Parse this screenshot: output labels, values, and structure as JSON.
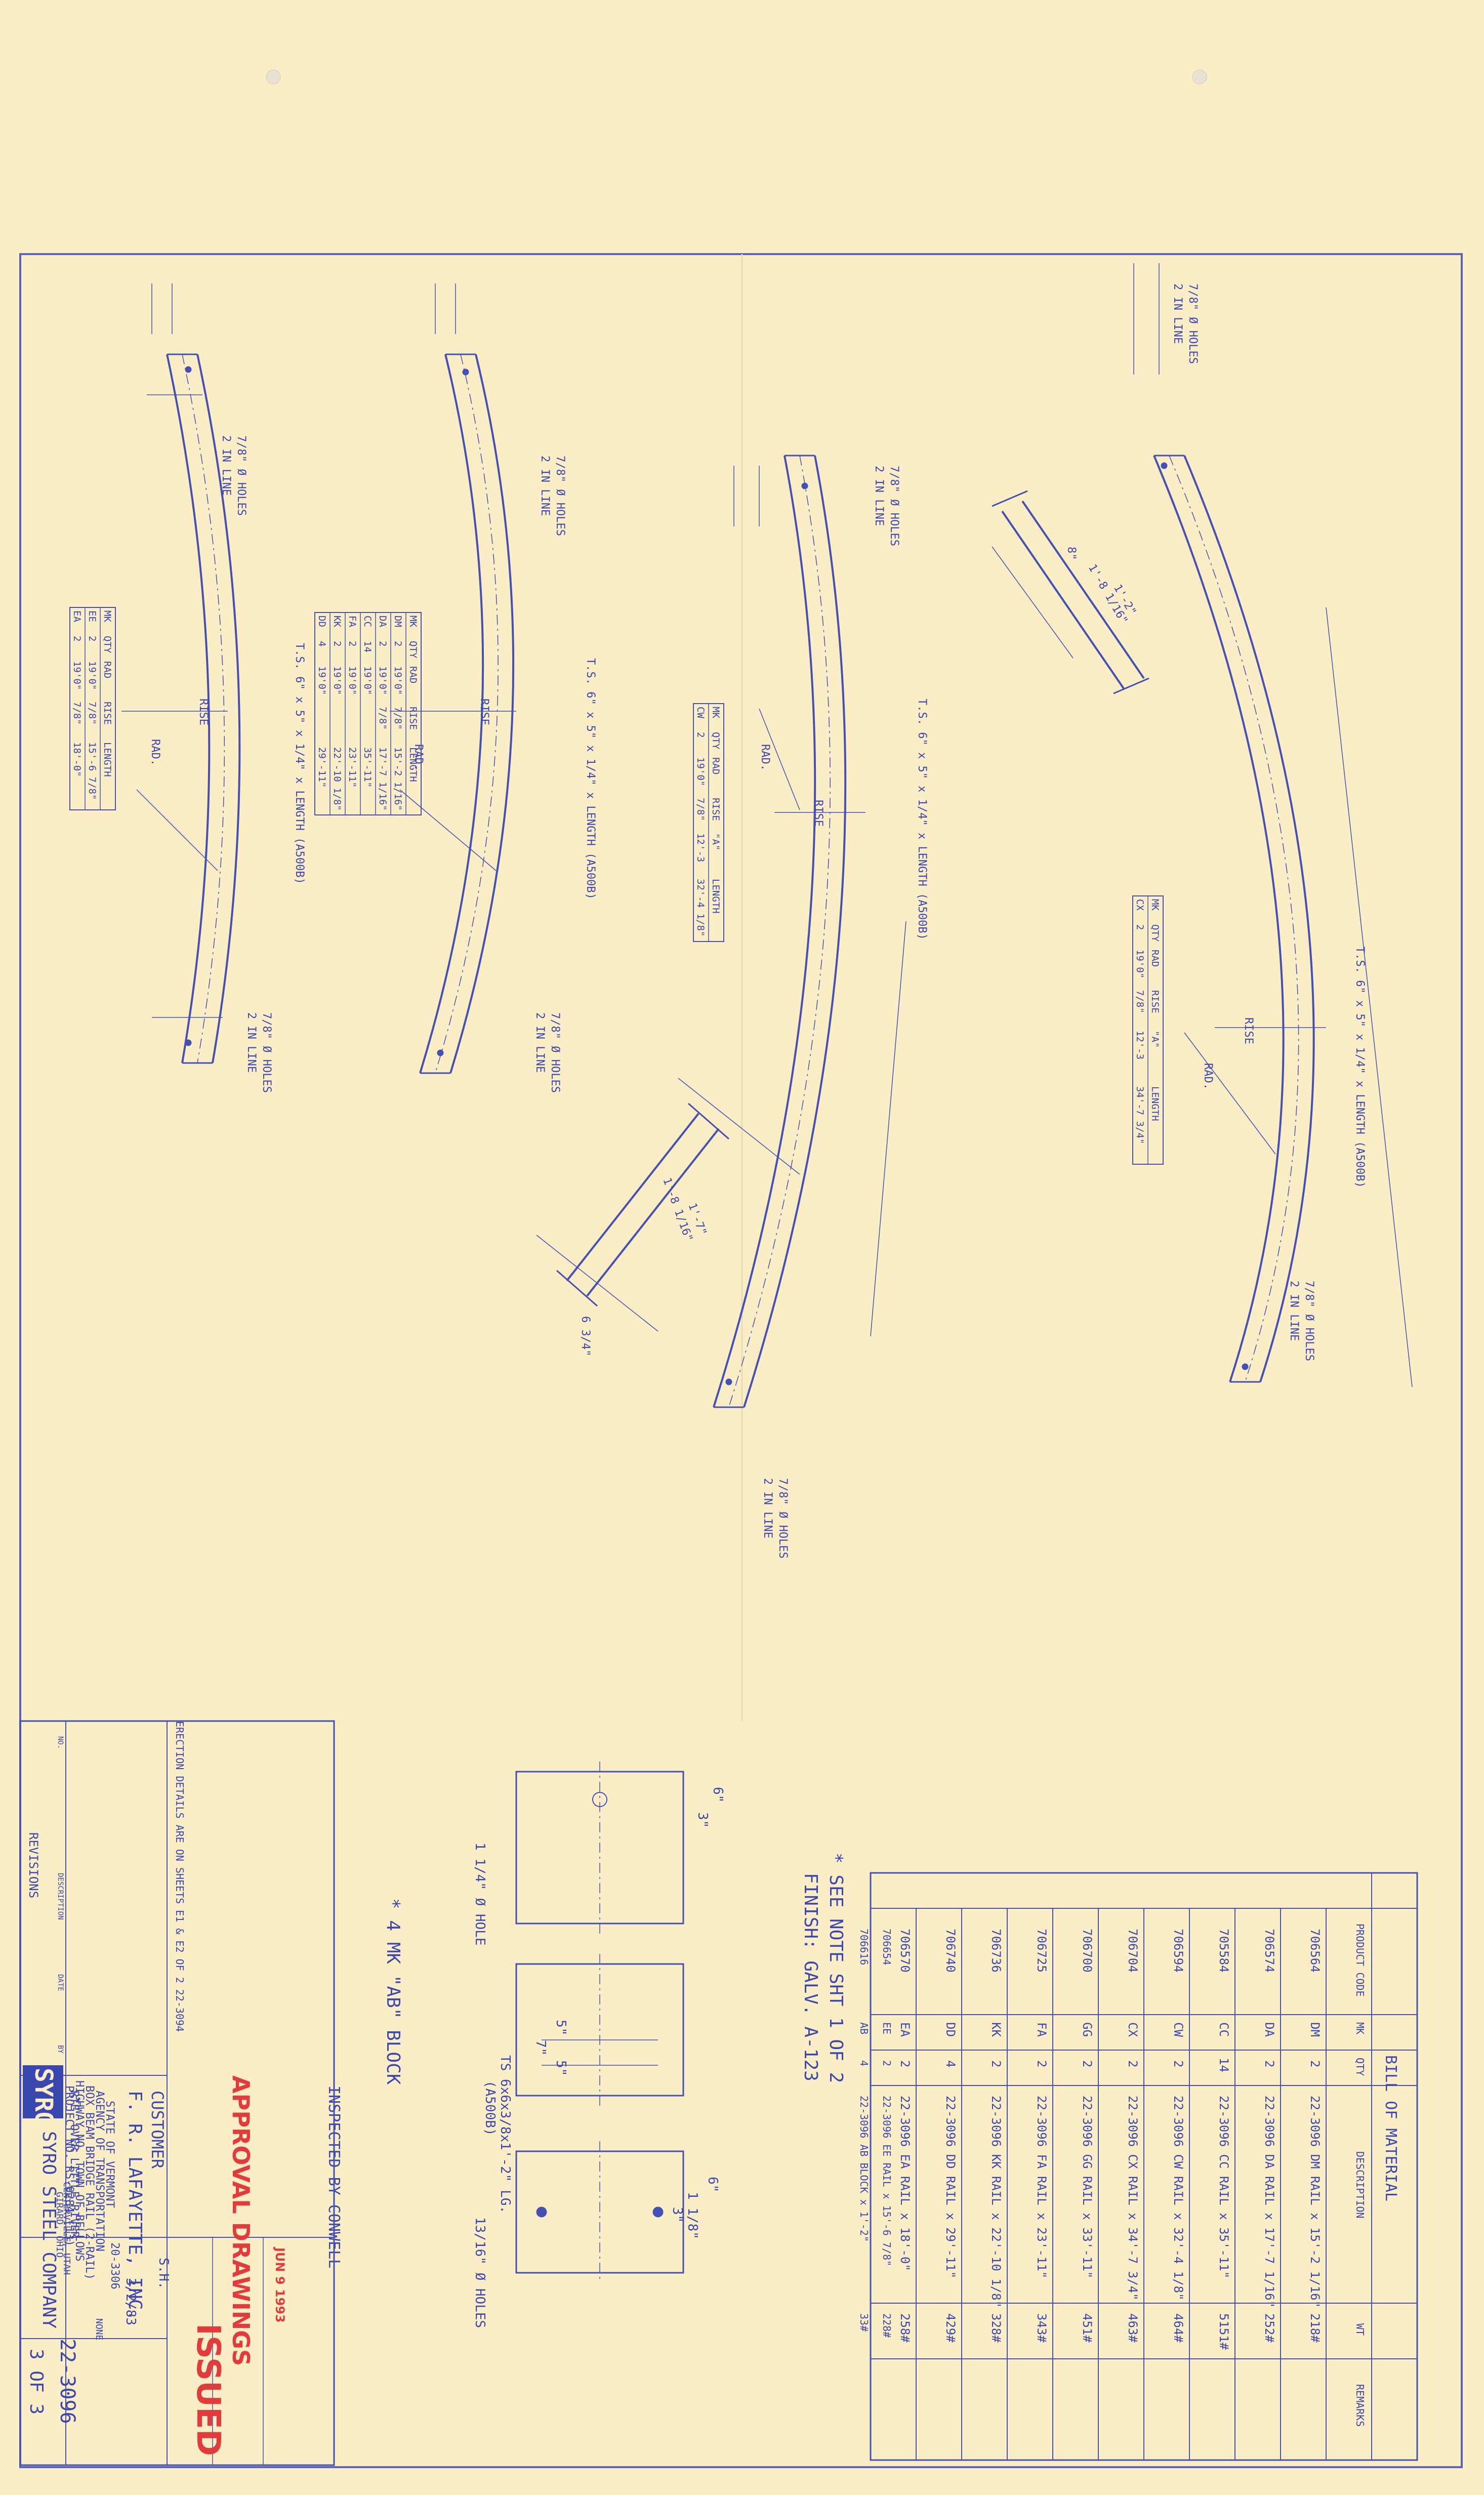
{
  "bill_of_material": {
    "title": "BILL OF MATERIAL",
    "headers": [
      "PRODUCT CODE",
      "MK",
      "QTY",
      "DESCRIPTION",
      "WT",
      "REMARKS"
    ],
    "rows": [
      {
        "code": "706564",
        "mk": "DM",
        "qty": "2",
        "desc": "22-3096 DM RAIL x 15'-2 1/16\"",
        "wt": "218#"
      },
      {
        "code": "706574",
        "mk": "DA",
        "qty": "2",
        "desc": "22-3096 DA RAIL x 17'-7 1/16\"",
        "wt": "252#"
      },
      {
        "code": "705584",
        "mk": "CC",
        "qty": "14",
        "desc": "22-3096 CC RAIL x 35'-11\"",
        "wt": "5151#"
      },
      {
        "code": "706594",
        "mk": "CW",
        "qty": "2",
        "desc": "22-3096 CW RAIL x 32'-4 1/8\"",
        "wt": "464#"
      },
      {
        "code": "706704",
        "mk": "CX",
        "qty": "2",
        "desc": "22-3096 CX RAIL x 34'-7 3/4\"",
        "wt": "463#"
      },
      {
        "code": "706700",
        "mk": "GG",
        "qty": "2",
        "desc": "22-3096 GG RAIL x 33'-11\"",
        "wt": "451#"
      },
      {
        "code": "706725",
        "mk": "FA",
        "qty": "2",
        "desc": "22-3096 FA RAIL x 23'-11\"",
        "wt": "343#"
      },
      {
        "code": "706736",
        "mk": "KK",
        "qty": "2",
        "desc": "22-3096 KK RAIL x 22'-10 1/8\"",
        "wt": "328#"
      },
      {
        "code": "706740",
        "mk": "DD",
        "qty": "4",
        "desc": "22-3096 DD RAIL x 29'-11\"",
        "wt": "429#"
      },
      {
        "code": "706570",
        "mk": "EA",
        "qty": "2",
        "desc": "22-3096 EA RAIL x 18'-0\"",
        "wt": "258#"
      },
      {
        "code": "706654",
        "mk": "EE",
        "qty": "2",
        "desc": "22-3096 EE RAIL x 15'-6 7/8\"",
        "wt": "228#"
      },
      {
        "code": "706616",
        "mk": "AB",
        "qty": "4",
        "desc": "22-3096 AB BLOCK x 1'-2\"",
        "wt": "33#"
      }
    ]
  },
  "notes": {
    "see_note": "* SEE NOTE SHT 1 OF 2",
    "finish": "FINISH: GALV. A-123",
    "block": "* 4 MK \"AB\" BLOCK",
    "inspected": "INSPECTED BY CONWELL",
    "erection": "ERECTION DETAILS ARE ON SHEETS E1 & E2 OF 2 22-3094"
  },
  "block_detail": {
    "hole_note": "1 1/4\" Ø HOLE",
    "holes_note": "13/16\" Ø HOLES",
    "spec": "TS 6x6x3/8x1'-2\" LG.",
    "material": "(A500B)",
    "dims": [
      "6\"",
      "3\"",
      "5\"",
      "5\"",
      "7\"",
      "1 1/8\"",
      "6\"",
      "3\""
    ]
  },
  "rails": [
    {
      "ts": "T.S. 6\" x 5\" x 1/4\" x LENGTH (A500B)",
      "holes": "7/8\" Ø HOLES",
      "inline": "2 IN LINE",
      "rise": "RISE",
      "rad": "RAD.",
      "table": [
        [
          "MK",
          "QTY",
          "RAD",
          "RISE",
          "LENGTH"
        ],
        [
          "EE",
          "2",
          "19'0\"",
          "7/8\"",
          "15'-6 7/8\""
        ],
        [
          "EA",
          "2",
          "19'0\"",
          "7/8\"",
          "18'-0\""
        ]
      ]
    },
    {
      "ts": "T.S. 6\" x 5\" x 1/4\" x LENGTH (A500B)",
      "holes": "7/8\" Ø HOLES",
      "inline": "2 IN LINE",
      "rise": "RISE",
      "rad": "RAD.",
      "table": [
        [
          "MK",
          "QTY",
          "RAD",
          "RISE",
          "LENGTH"
        ],
        [
          "DM",
          "2",
          "19'0\"",
          "7/8\"",
          "15'-2 1/16\""
        ],
        [
          "DA",
          "2",
          "19'0\"",
          "7/8\"",
          "17'-7 1/16\""
        ],
        [
          "CC",
          "14",
          "19'0\"",
          "",
          "35'-11\""
        ],
        [
          "FA",
          "2",
          "19'0\"",
          "",
          "23'-11\""
        ],
        [
          "KK",
          "2",
          "19'0\"",
          "",
          "22'-10 1/8\""
        ],
        [
          "DD",
          "4",
          "19'0\"",
          "",
          "29'-11\""
        ]
      ]
    },
    {
      "ts": "T.S. 6\" x 5\" x 1/4\" x LENGTH (A500B)",
      "holes": "7/8\" Ø HOLES",
      "inline": "2 IN LINE",
      "rise": "RISE",
      "rad": "RAD.",
      "table": [
        [
          "MK",
          "QTY",
          "RAD",
          "RISE",
          "\"A\"",
          "LENGTH"
        ],
        [
          "CW",
          "2",
          "19'0\"",
          "7/8\"",
          "12'-3",
          "32'-4 1/8\""
        ]
      ]
    },
    {
      "ts": "T.S. 6\" x 5\" x 1/4\" x LENGTH (A500B)",
      "holes": "7/8\" Ø HOLES",
      "inline": "2 IN LINE",
      "rise": "RISE",
      "rad": "RAD.",
      "table": [
        [
          "MK",
          "QTY",
          "RAD",
          "RISE",
          "\"A\"",
          "LENGTH"
        ],
        [
          "CX",
          "2",
          "19'0\"",
          "7/8\"",
          "12'-3",
          "34'-7 3/4\""
        ]
      ]
    }
  ],
  "detail_dims": [
    "1'-8 1/16\"",
    "1'-7\"",
    "6 3/4\"",
    "8\"",
    "1'-8 1/16\"",
    "1'-2\""
  ],
  "title_block": {
    "customer_label": "CUSTOMER",
    "customer_name": "F. R. LAFAYETTE, INC.",
    "order_no": "20-3306",
    "project_lines": [
      "STATE OF VERMONT",
      "AGENCY OF TRANSPORTATION",
      "BOX BEAM BRIDGE RAIL (2-RAIL)",
      "HIGHWAY NO. TOWN OF BELLOWS",
      "RTE. OVER LITTLE RIVER",
      "PROJECT NO. RS-0284 (13)"
    ],
    "logo": "SYRO",
    "company": "SYRO STEEL COMPANY",
    "location1": "GIRARD, OHIO",
    "location2": "CENTERVILLE, UTAH",
    "drawn_by": "S.H.",
    "date": "3/2/83",
    "scale": "NONE",
    "drawing_no": "22-3096",
    "sheet": "3 OF 3",
    "revisions": "REVISIONS",
    "rev_cols": [
      "NO.",
      "DESCRIPTION",
      "DATE",
      "BY"
    ]
  },
  "stamps": {
    "approval": "APPROVAL DRAWINGS",
    "issued": "ISSUED",
    "date": "JUN 9 1993"
  }
}
